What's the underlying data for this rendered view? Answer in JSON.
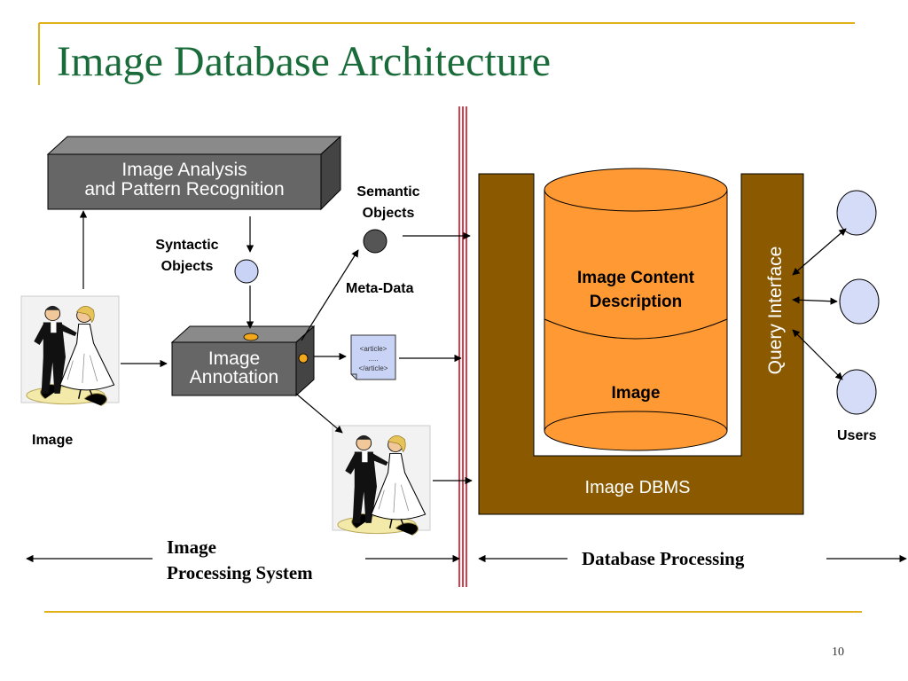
{
  "slide": {
    "title": "Image Database Architecture",
    "page_number": "10"
  },
  "colors": {
    "title": "#1a6b3a",
    "rule": "#e1b01a",
    "dbms": "#8b5a00",
    "cylinder": "#ff9933",
    "gray_box": "#666666",
    "user_circle": "#d5dcf8",
    "divider": "#cc1122"
  },
  "analysis_box": {
    "line1": "Image Analysis",
    "line2": "and Pattern Recognition"
  },
  "annotation_box": {
    "line1": "Image",
    "line2": "Annotation"
  },
  "labels": {
    "syntactic_line1": "Syntactic",
    "syntactic_line2": "Objects",
    "semantic_line1": "Semantic",
    "semantic_line2": "Objects",
    "meta_data": "Meta-Data",
    "image_input": "Image",
    "users": "Users"
  },
  "article_doc": {
    "line1": "<article>",
    "line2": ".....",
    "line3": "</article>"
  },
  "dbms": {
    "label": "Image DBMS",
    "query_interface": "Query Interface",
    "content_line1": "Image Content",
    "content_line2": "Description",
    "image_store": "Image"
  },
  "bottom": {
    "left_line1": "Image",
    "left_line2": "Processing System",
    "right": "Database Processing"
  },
  "icons": {
    "picture": "dancing-couple-clipart-icon"
  }
}
